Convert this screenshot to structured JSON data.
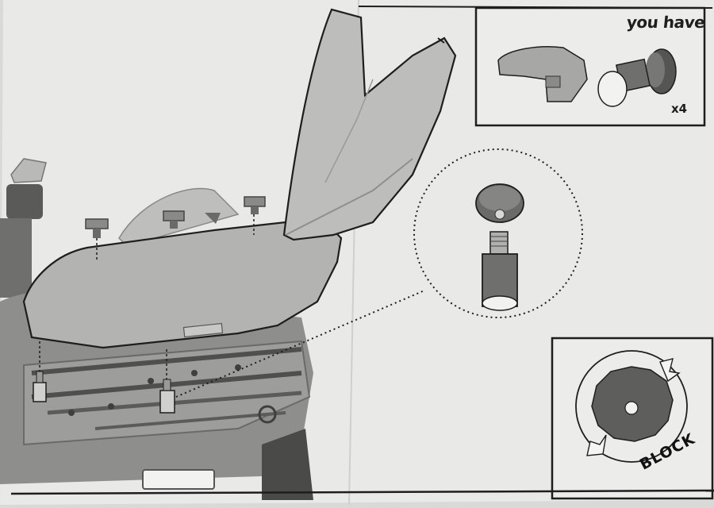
{
  "sheet": {
    "you_have_label": "you have",
    "quantity_label": "x4",
    "lock_label": "BLOCK"
  },
  "colors": {
    "paper": "#eeeeec",
    "ink": "#1e1e1e",
    "part_fill": "#a9a9a7",
    "dark_part": "#5e5e5c"
  },
  "icons": [
    "atv-illustration",
    "windshield-part-icon",
    "mount-knob-icon",
    "rotate-arrow-icon"
  ]
}
